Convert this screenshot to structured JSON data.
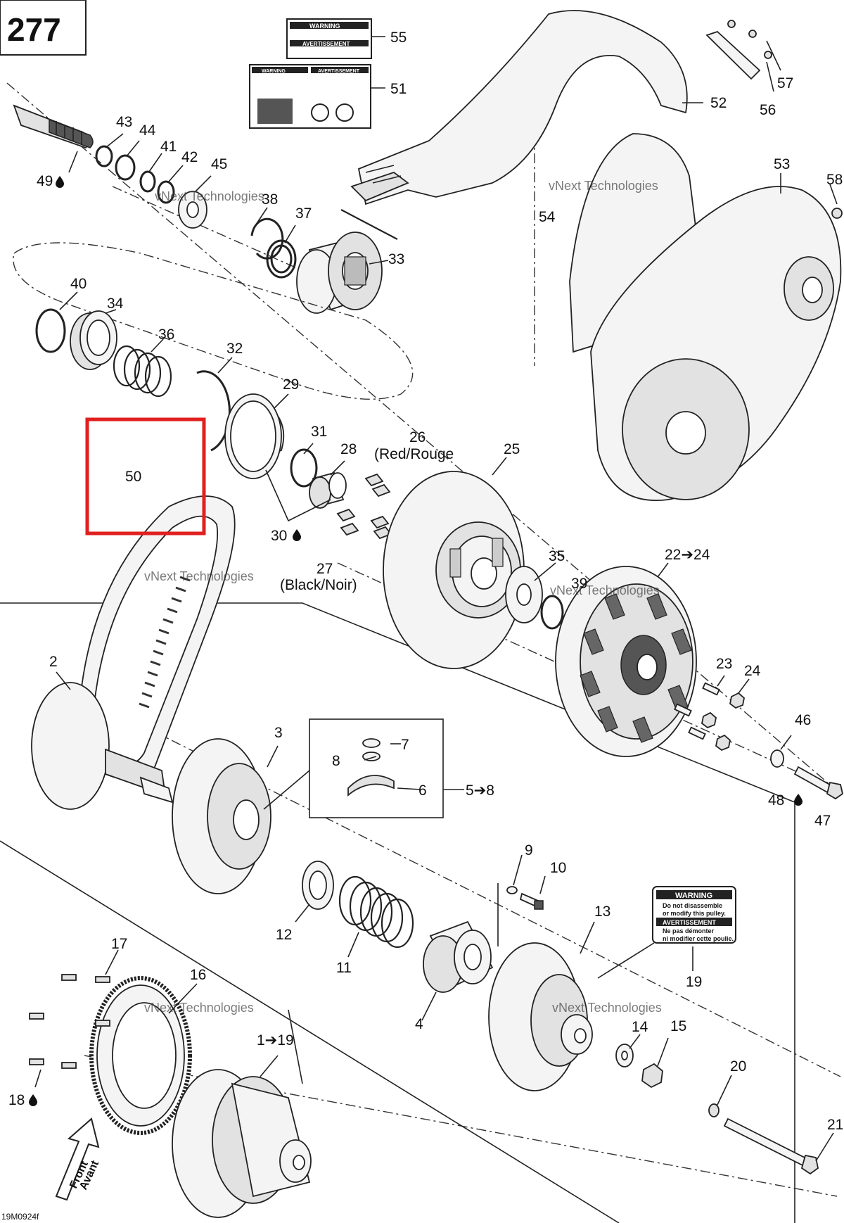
{
  "diagram_number": "277",
  "drawing_code": "19M0924f",
  "highlighted_part": "50",
  "highlight_color": "#e02020",
  "watermark_text": "vNext Technologies",
  "front_arrow": {
    "line1": "Front",
    "line2": "Avant"
  },
  "warning_labels": {
    "pulley_warning_title": "WARNING",
    "pulley_warning_text1": "Do not disassemble",
    "pulley_warning_text2": "or modify this pulley.",
    "pulley_avert_title": "AVERTISSEMENT",
    "pulley_avert_text1": "Ne pas démonter",
    "pulley_avert_text2": "ni modifier cette poulie.",
    "decal55_title": "WARNING",
    "decal55_sub": "AVERTISSEMENT",
    "decal51_title1": "WARNING",
    "decal51_title2": "AVERTISSEMENT"
  },
  "callouts": {
    "c1": "1➔19",
    "c2": "2",
    "c3": "3",
    "c4": "4",
    "c5": "5➔8",
    "c6": "6",
    "c7": "7",
    "c8": "8",
    "c9": "9",
    "c10": "10",
    "c11": "11",
    "c12": "12",
    "c13": "13",
    "c14": "14",
    "c15": "15",
    "c16": "16",
    "c17": "17",
    "c18": "18",
    "c19": "19",
    "c20": "20",
    "c21": "21",
    "c22": "22➔24",
    "c23": "23",
    "c24": "24",
    "c25": "25",
    "c26": "26",
    "c26sub": "(Red/Rouge",
    "c27": "27",
    "c27sub": "(Black/Noir)",
    "c28": "28",
    "c29": "29",
    "c30": "30",
    "c31": "31",
    "c32": "32",
    "c33": "33",
    "c34": "34",
    "c35": "35",
    "c36": "36",
    "c37": "37",
    "c38": "38",
    "c39": "39",
    "c40": "40",
    "c41": "41",
    "c42": "42",
    "c43": "43",
    "c44": "44",
    "c45": "45",
    "c46": "46",
    "c47": "47",
    "c48": "48",
    "c49": "49",
    "c50": "50",
    "c51": "51",
    "c52": "52",
    "c53": "53",
    "c54": "54",
    "c55": "55",
    "c56": "56",
    "c57": "57",
    "c58": "58"
  }
}
